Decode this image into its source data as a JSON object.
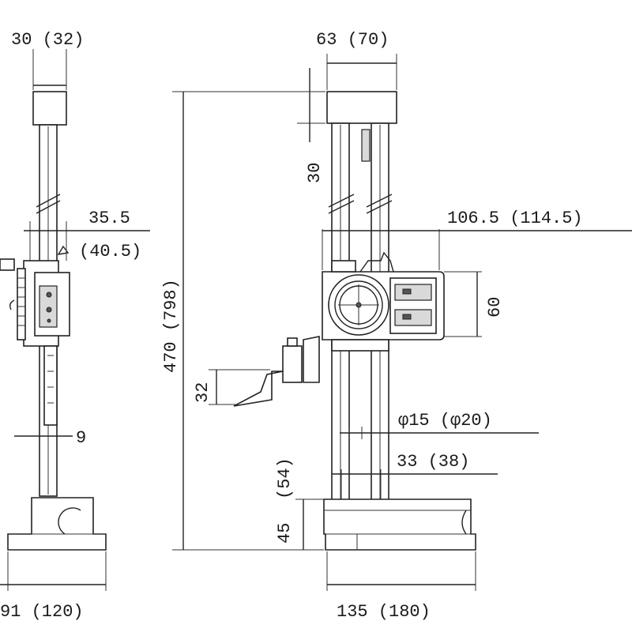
{
  "side_view": {
    "top_width": "30 (32)",
    "offset_width": "35.5",
    "offset_width_alt": "(40.5)",
    "column_width": "9",
    "base_width": "91 (120)"
  },
  "front_view": {
    "top_width": "63 (70)",
    "top_height": "30",
    "total_height": "470 (798)",
    "reach": "106.5 (114.5)",
    "display_height": "60",
    "scriber_height": "32",
    "column_diameter": "φ15 (φ20)",
    "column_spacing": "33 (38)",
    "base_step": "(54)",
    "base_height": "45",
    "base_width": "135 (180)"
  }
}
